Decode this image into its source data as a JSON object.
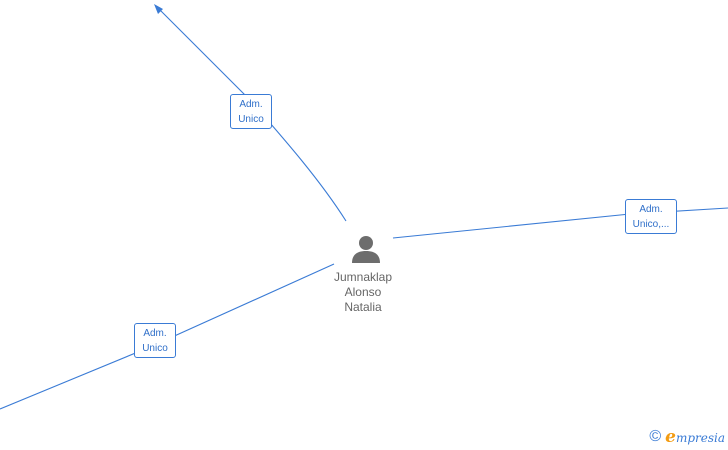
{
  "person": {
    "name_lines": [
      "Jumnaklap",
      "Alonso",
      "Natalia"
    ],
    "icon": "person-icon"
  },
  "relations": [
    {
      "label_lines": [
        "Adm.",
        "Unico"
      ]
    },
    {
      "label_lines": [
        "Adm.",
        "Unico,..."
      ]
    },
    {
      "label_lines": [
        "Adm.",
        "Unico"
      ]
    }
  ],
  "watermark": {
    "copyright_symbol": "©",
    "brand_initial": "e",
    "brand_rest": "mpresia"
  },
  "colors": {
    "edge": "#3a7bd5",
    "label_text": "#2f6fc9",
    "person_icon": "#6d6d6d",
    "person_text": "#666666",
    "brand_orange": "#f39c12"
  }
}
